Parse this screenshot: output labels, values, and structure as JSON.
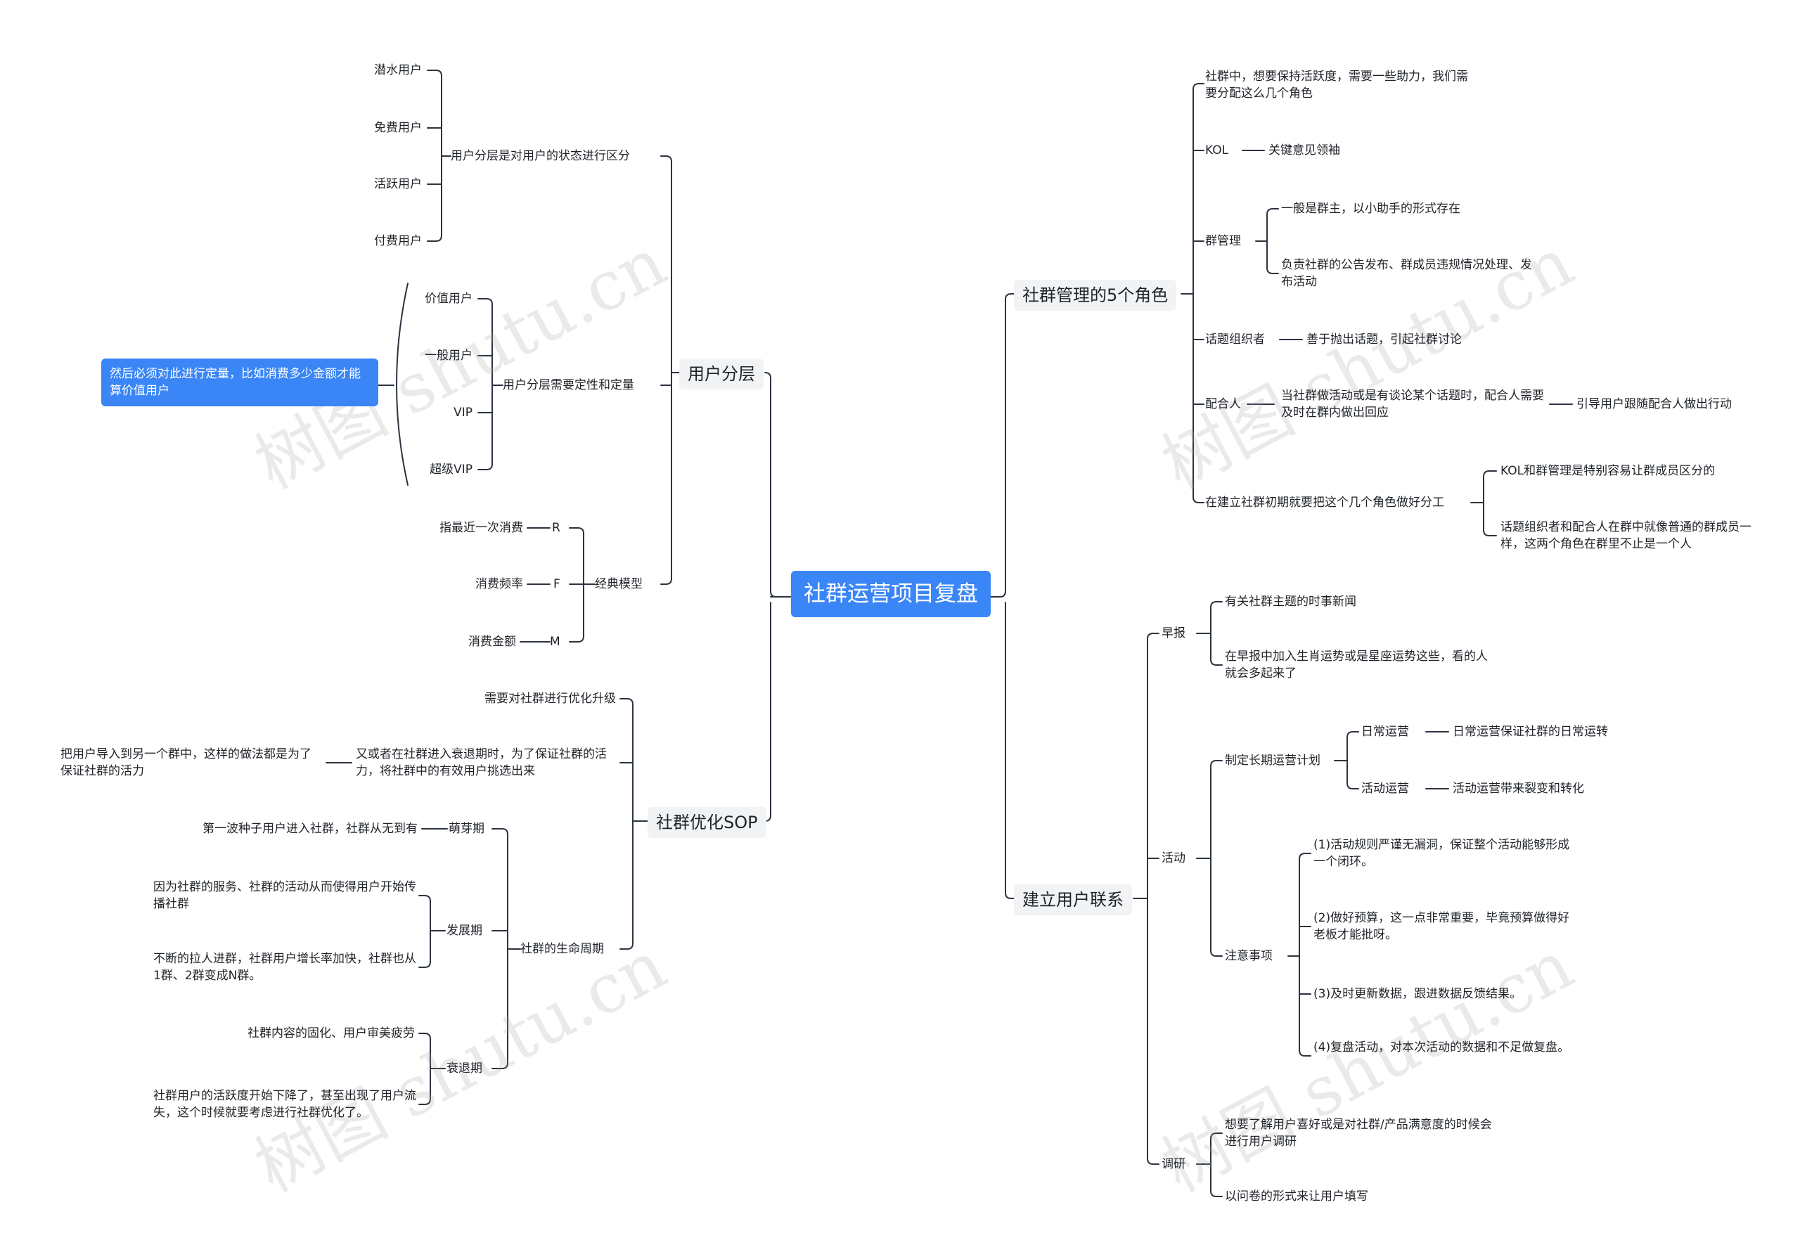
{
  "root": "社群运营项目复盘",
  "watermark": "树图 shutu.cn",
  "colors": {
    "accent": "#3a86f7",
    "line": "#2c3440",
    "category_bg": "#f1f3f5"
  },
  "left": {
    "layer": {
      "title": "用户分层",
      "state": {
        "label": "用户分层是对用户的状态进行区分",
        "items": [
          "潜水用户",
          "免费用户",
          "活跃用户",
          "付费用户"
        ]
      },
      "quant": {
        "label": "用户分层需要定性和定量",
        "items": [
          "价值用户",
          "一般用户",
          "VIP",
          "超级VIP"
        ],
        "note": "然后必须对此进行定量，比如消费多少金额才能算价值用户"
      },
      "model": {
        "label": "经典模型",
        "items": [
          {
            "key": "R",
            "desc": "指最近一次消费"
          },
          {
            "key": "F",
            "desc": "消费频率"
          },
          {
            "key": "M",
            "desc": "消费金额"
          }
        ]
      }
    },
    "sop": {
      "title": "社群优化SOP",
      "need": "需要对社群进行优化升级",
      "decline": {
        "label": "又或者在社群进入衰退期时，为了保证社群的活力，将社群中的有效用户挑选出来",
        "child": "把用户导入到另一个群中，这样的做法都是为了保证社群的活力"
      },
      "cycle": {
        "label": "社群的生命周期",
        "sprout": {
          "label": "萌芽期",
          "text": "第一波种子用户进入社群，社群从无到有"
        },
        "develop": {
          "label": "发展期",
          "texts": [
            "因为社群的服务、社群的活动从而使得用户开始传播社群",
            "不断的拉人进群，社群用户增长率加快，社群也从1群、2群变成N群。"
          ]
        },
        "fade": {
          "label": "衰退期",
          "texts": [
            "社群内容的固化、用户审美疲劳",
            "社群用户的活跃度开始下降了，甚至出现了用户流失，这个时候就要考虑进行社群优化了。"
          ]
        }
      }
    }
  },
  "right": {
    "roles": {
      "title": "社群管理的5个角色",
      "intro": "社群中，想要保持活跃度，需要一些助力，我们需要分配这么几个角色",
      "kol": {
        "label": "KOL",
        "desc": "关键意见领袖"
      },
      "admin": {
        "label": "群管理",
        "items": [
          "一般是群主，以小助手的形式存在",
          "负责社群的公告发布、群成员违规情况处理、发布活动"
        ]
      },
      "topic": {
        "label": "话题组织者",
        "desc": "善于抛出话题，引起社群讨论"
      },
      "partner": {
        "label": "配合人",
        "desc": "当社群做活动或是有谈论某个话题时，配合人需要及时在群内做出回应",
        "desc2": "引导用户跟随配合人做出行动"
      },
      "division": {
        "label": "在建立社群初期就要把这个几个角色做好分工",
        "items": [
          "KOL和群管理是特别容易让群成员区分的",
          "话题组织者和配合人在群中就像普通的群成员一样，这两个角色在群里不止是一个人"
        ]
      }
    },
    "contact": {
      "title": "建立用户联系",
      "morning": {
        "label": "早报",
        "items": [
          "有关社群主题的时事新闻",
          "在早报中加入生肖运势或是星座运势这些，看的人就会多起来了"
        ]
      },
      "activity": {
        "label": "活动",
        "plan": {
          "label": "制定长期运营计划",
          "daily": {
            "label": "日常运营",
            "desc": "日常运营保证社群的日常运转"
          },
          "event": {
            "label": "活动运营",
            "desc": "活动运营带来裂变和转化"
          }
        },
        "notes": {
          "label": "注意事项",
          "items": [
            "(1)活动规则严谨无漏洞，保证整个活动能够形成一个闭环。",
            "(2)做好预算，这一点非常重要，毕竟预算做得好老板才能批呀。",
            "(3)及时更新数据，跟进数据反馈结果。",
            "(4)复盘活动，对本次活动的数据和不足做复盘。"
          ]
        }
      },
      "survey": {
        "label": "调研",
        "items": [
          "想要了解用户喜好或是对社群/产品满意度的时候会进行用户调研",
          "以问卷的形式来让用户填写"
        ]
      }
    }
  }
}
